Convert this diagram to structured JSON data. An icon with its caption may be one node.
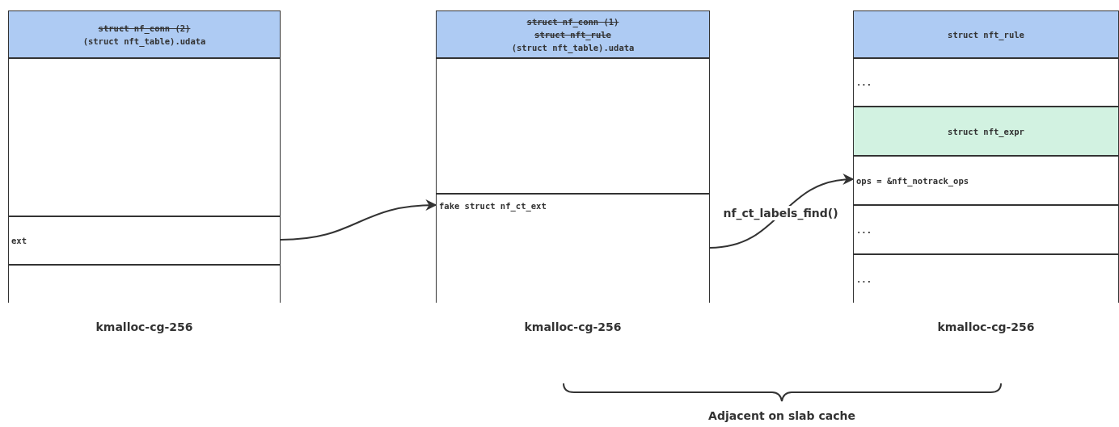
{
  "diagram": {
    "nodes": [
      {
        "text": [],
        "shape": "box",
        "beside": [
          "kmalloc-cg-256"
        ]
      },
      {
        "text": [
          "struct nf_conn (2)",
          "(struct nft_table).udata"
        ],
        "in": 0
      },
      {
        "text": [],
        "shape": "box",
        "in": 0
      },
      {
        "text": [
          "ext"
        ],
        "in": 0
      },
      {
        "text": [],
        "shape": "box",
        "in": 0
      },
      {
        "text": [],
        "shape": "box",
        "beside": [
          "kmalloc-cg-256"
        ]
      },
      {
        "text": [
          "struct nf_conn (1)",
          "struct nft_rule",
          "(struct nft_table).udata"
        ],
        "in": 5
      },
      {
        "text": [],
        "shape": "box",
        "in": 5
      },
      {
        "text": [
          "fake struct nf_ct_ext"
        ],
        "in": 5
      },
      {
        "text": [],
        "shape": "box",
        "beside": [
          "kmalloc-cg-256"
        ]
      },
      {
        "text": [
          "struct nft_rule"
        ],
        "in": 9
      },
      {
        "text": [
          "..."
        ],
        "in": 9
      },
      {
        "text": [
          "struct nft_expr"
        ],
        "in": 9
      },
      {
        "text": [
          "ops = &nft_notrack_ops"
        ],
        "in": 9
      },
      {
        "text": [
          "..."
        ],
        "in": 9
      },
      {
        "text": [
          "..."
        ],
        "in": 9
      }
    ],
    "edges": [
      {
        "from": 3,
        "to": 8,
        "arrow": "to"
      },
      {
        "from": 8,
        "to": 13,
        "arrow": "to",
        "label": "nf_ct_labels_find()"
      }
    ],
    "labels": [
      "Adjacent on slab cache"
    ]
  }
}
